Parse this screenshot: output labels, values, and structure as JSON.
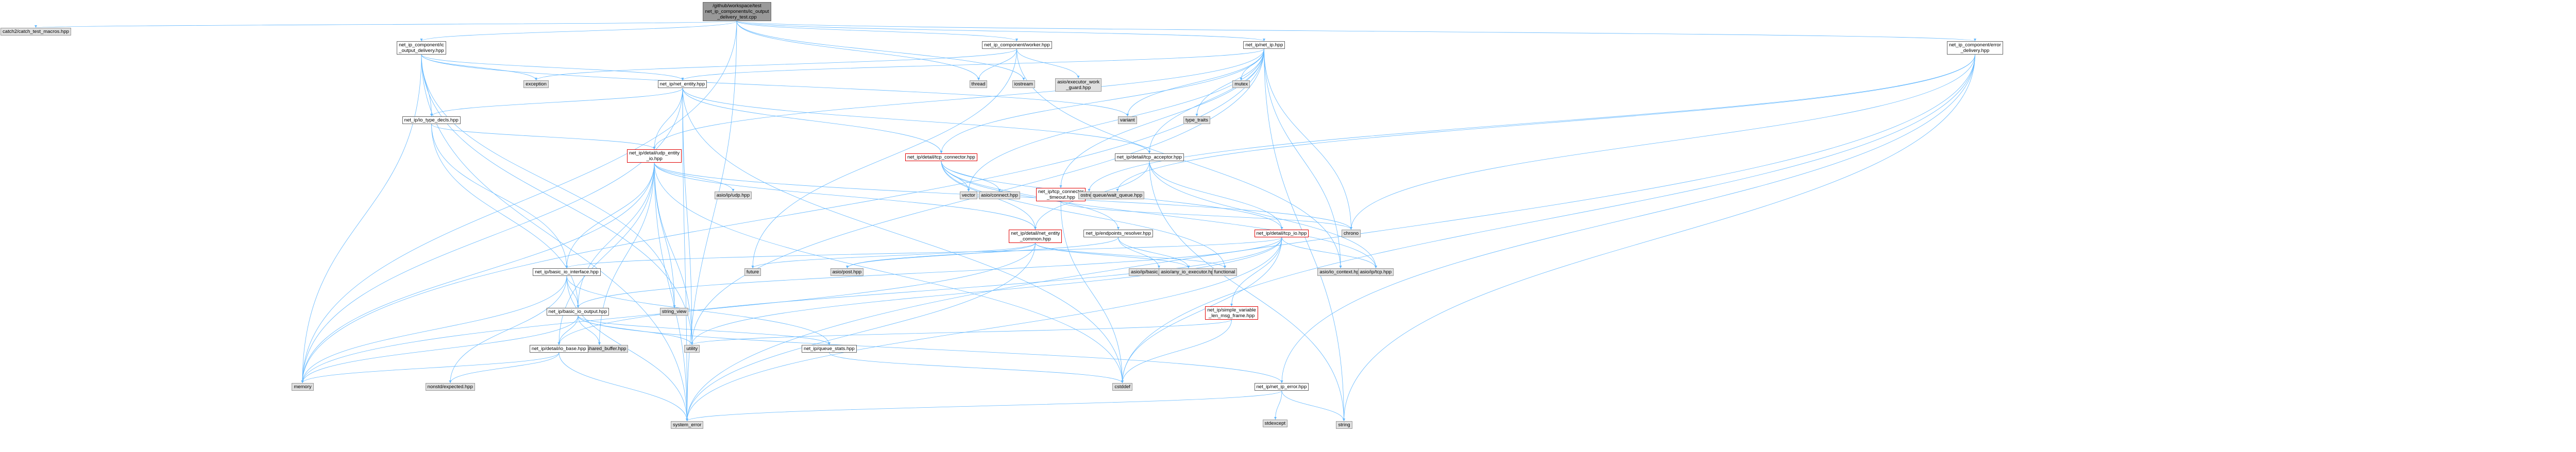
{
  "colors": {
    "edge": "#63b8ff",
    "node_gray": "#e0e0e0",
    "node_root": "#999999",
    "node_red_border": "#e00000"
  },
  "nodes": {
    "root": [
      "/github/workspace/test",
      "net_ip_components/ic_output",
      "_delivery_test.cpp"
    ],
    "catch_test": [
      "catch2/catch_test_macros.hpp"
    ],
    "ic_output_delivery": [
      "net_ip_component/ic",
      "_output_delivery.hpp"
    ],
    "worker": [
      "net_ip_component/worker.hpp"
    ],
    "net_ip": [
      "net_ip/net_ip.hpp"
    ],
    "error_delivery": [
      "net_ip_component/error",
      "_delivery.hpp"
    ],
    "exception": [
      "exception"
    ],
    "thread": [
      "thread"
    ],
    "iostream": [
      "iostream"
    ],
    "executor_work_guard": [
      "asio/executor_work",
      "_guard.hpp"
    ],
    "mutex": [
      "mutex"
    ],
    "net_entity": [
      "net_ip/net_entity.hpp"
    ],
    "variant": [
      "variant"
    ],
    "type_traits": [
      "type_traits"
    ],
    "io_type_decls": [
      "net_ip/io_type_decls.hpp"
    ],
    "tcp_connector": [
      "net_ip/detail/tcp_connector.hpp"
    ],
    "udp_entity": [
      "net_ip/detail/udp_entity",
      "_io.hpp"
    ],
    "tcp_acceptor": [
      "net_ip/detail/tcp_acceptor.hpp"
    ],
    "vector": [
      "vector"
    ],
    "asio_connect": [
      "asio/connect.hpp"
    ],
    "tcp_connector_timeout": [
      "net_ip/tcp_connector",
      "_timeout.hpp"
    ],
    "ostream": [
      "ostream"
    ],
    "queue_wait": [
      "queue/wait_queue.hpp"
    ],
    "asio_udp": [
      "asio/ip/udp.hpp"
    ],
    "net_entity_common": [
      "net_ip/detail/net_entity",
      "_common.hpp"
    ],
    "endpoints_resolver": [
      "net_ip/endpoints_resolver.hpp"
    ],
    "tcp_io": [
      "net_ip/detail/tcp_io.hpp"
    ],
    "basic_io_interface": [
      "net_ip/basic_io_interface.hpp"
    ],
    "future": [
      "future"
    ],
    "asio_post": [
      "asio/post.hpp"
    ],
    "asio_basic_resolver": [
      "asio/ip/basic_resolver.hpp"
    ],
    "asio_any_io_executor": [
      "asio/any_io_executor.hpp"
    ],
    "functional": [
      "functional"
    ],
    "asio_io_context": [
      "asio/io_context.hpp"
    ],
    "asio_tcp": [
      "asio/ip/tcp.hpp"
    ],
    "chrono": [
      "chrono"
    ],
    "basic_io_output": [
      "net_ip/basic_io_output.hpp"
    ],
    "string_view": [
      "string_view"
    ],
    "simple_variable": [
      "net_ip/simple_variable",
      "_len_msg_frame.hpp"
    ],
    "buffer_shared": [
      "buffer/shared_buffer.hpp"
    ],
    "io_base": [
      "net_ip/detail/io_base.hpp"
    ],
    "output_queue_stats": [
      "net_ip/queue_stats.hpp"
    ],
    "utility": [
      "utility"
    ],
    "memory": [
      "memory"
    ],
    "nonstd_expected": [
      "nonstd/expected.hpp"
    ],
    "cstddef": [
      "cstddef"
    ],
    "net_ip_error": [
      "net_ip/net_ip_error.hpp"
    ],
    "system_error": [
      "system_error"
    ],
    "stdexcept": [
      "stdexcept"
    ],
    "string": [
      "string"
    ]
  }
}
